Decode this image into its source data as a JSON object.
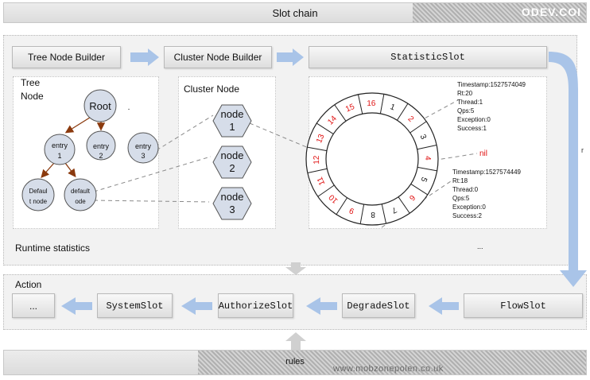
{
  "header": {
    "title": "Slot chain",
    "watermark": "ODEV.COI"
  },
  "builders": {
    "tree_builder": "Tree Node Builder",
    "cluster_builder": "Cluster Node Builder",
    "statistic_slot": "StatisticSlot"
  },
  "tree": {
    "title_line1": "Tree",
    "title_line2": "Node",
    "root": "Root",
    "dot": ".",
    "entry1": [
      "entry",
      "1"
    ],
    "entry2": [
      "entry",
      "2"
    ],
    "entry3": [
      "entry",
      "3"
    ],
    "default_node": [
      "Defaul",
      "t node"
    ],
    "default_ode": [
      "default",
      "ode"
    ]
  },
  "cluster": {
    "title": "Cluster Node",
    "nodes": [
      [
        "node",
        "1"
      ],
      [
        "node",
        "2"
      ],
      [
        "node",
        "3"
      ]
    ]
  },
  "ring": {
    "labels": [
      "1",
      "2",
      "3",
      "4",
      "5",
      "6",
      "7",
      "8",
      "9",
      "10",
      "11",
      "12",
      "13",
      "14",
      "15",
      "16"
    ],
    "red_labels": [
      "2",
      "4",
      "6",
      "9",
      "10",
      "11",
      "12",
      "13",
      "14",
      "15",
      "16"
    ],
    "nil": "nil",
    "ellipsis": "...",
    "stats_top": [
      "Timestamp:1527574049",
      "Rt:20",
      "Thread:1",
      "Qps:5",
      "Exception:0",
      "Success:1"
    ],
    "stats_bottom": [
      "Timestamp:1527574449",
      "Rt:18",
      "Thread:0",
      "Qps:5",
      "Exception:0",
      "Success:2"
    ]
  },
  "runtime_label": "Runtime statistics",
  "side_label": "r",
  "action": {
    "title": "Action",
    "slots": [
      "...",
      "SystemSlot",
      "AuthorizeSlot",
      "DegradeSlot",
      "FlowSlot"
    ]
  },
  "footer": {
    "rules": "rules",
    "watermark_text": "www.mobzonepolen.co.uk"
  },
  "colors": {
    "arrow": "#a9c4e8",
    "tree_node_fill": "#d6dde9",
    "tree_edge": "#8b3a0e",
    "red": "#e01010"
  }
}
